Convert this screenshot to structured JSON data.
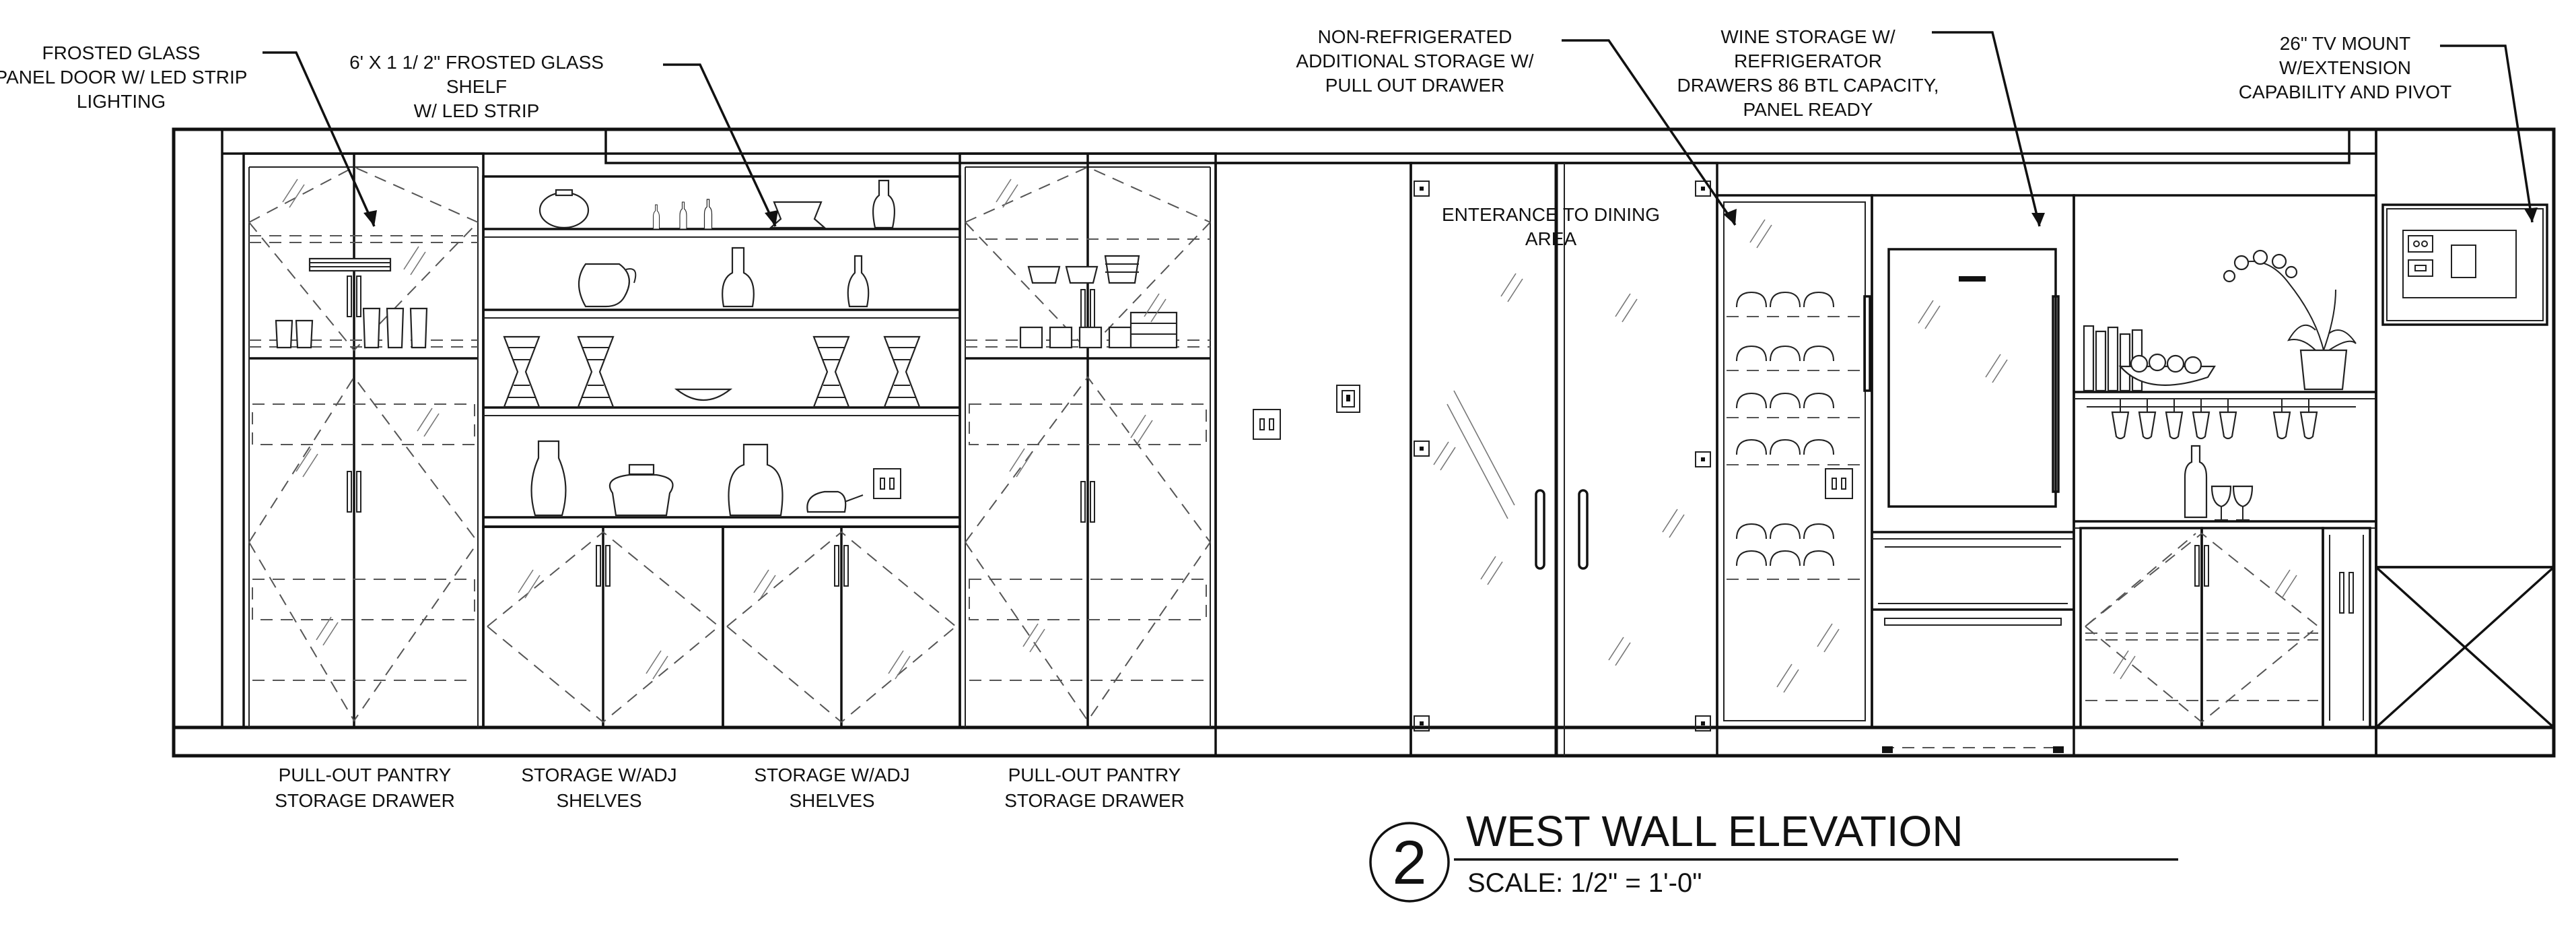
{
  "labels": {
    "frosted_glass_door": [
      "FROSTED GLASS",
      "PANEL DOOR W/ LED STRIP",
      "LIGHTING"
    ],
    "frosted_glass_shelf": [
      "6' X 1 1/ 2\" FROSTED GLASS",
      "SHELF",
      "W/ LED STRIP"
    ],
    "non_refrigerated_storage": [
      "NON-REFRIGERATED",
      "ADDITIONAL STORAGE W/",
      "PULL OUT DRAWER"
    ],
    "wine_storage": [
      "WINE STORAGE W/",
      "REFRIGERATOR",
      "DRAWERS 86 BTL CAPACITY,",
      "PANEL READY"
    ],
    "tv_mount": [
      "26\" TV MOUNT",
      "W/EXTENSION",
      "CAPABILITY AND PIVOT"
    ],
    "entrance": [
      "ENTERANCE TO DINING",
      "AREA"
    ],
    "pantry_left": [
      "PULL-OUT PANTRY",
      "STORAGE DRAWER"
    ],
    "storage_left": [
      "STORAGE W/ADJ",
      "SHELVES"
    ],
    "storage_right": [
      "STORAGE W/ADJ",
      "SHELVES"
    ],
    "pantry_right": [
      "PULL-OUT PANTRY",
      "STORAGE DRAWER"
    ]
  },
  "title_block": {
    "number": "2",
    "title": "WEST WALL ELEVATION",
    "scale": "SCALE: 1/2\" = 1'-0\""
  }
}
